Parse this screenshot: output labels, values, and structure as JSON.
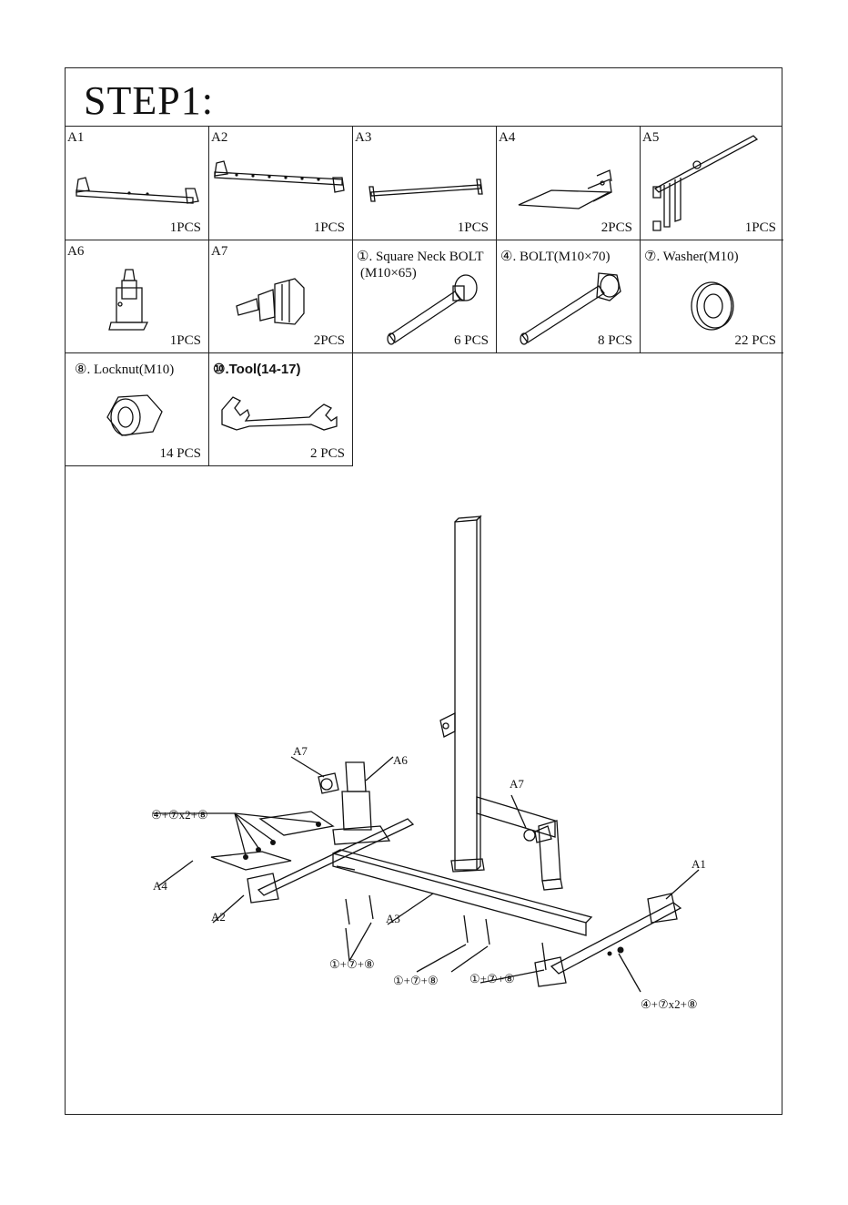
{
  "step_title": "STEP1:",
  "parts": [
    {
      "code": "A1",
      "qty": "1PCS"
    },
    {
      "code": "A2",
      "qty": "1PCS"
    },
    {
      "code": "A3",
      "qty": "1PCS"
    },
    {
      "code": "A4",
      "qty": "2PCS"
    },
    {
      "code": "A5",
      "qty": "1PCS"
    },
    {
      "code": "A6",
      "qty": "1PCS"
    },
    {
      "code": "A7",
      "qty": "2PCS"
    }
  ],
  "hardware": [
    {
      "label_line1": "①. Square Neck BOLT",
      "label_line2": "(M10×65)",
      "qty": "6 PCS"
    },
    {
      "label_line1": "④. BOLT(M10×70)",
      "qty": "8 PCS"
    },
    {
      "label_line1": "⑦. Washer(M10)",
      "qty": "22 PCS"
    },
    {
      "label_line1": "⑧. Locknut(M10)",
      "qty": "14 PCS"
    },
    {
      "label_line1": "⑩.Tool(14-17)",
      "qty": "2 PCS"
    }
  ],
  "callouts": {
    "a7_left": "A7",
    "a6": "A6",
    "a7_right": "A7",
    "a1": "A1",
    "a4": "A4",
    "a2": "A2",
    "a3": "A3",
    "fastener_left_top": "④+⑦x2+⑧",
    "fastener_right": "④+⑦x2+⑧",
    "bolt_left": "①+⑦+⑧",
    "bolt_mid": "①+⑦+⑧",
    "bolt_right": "①+⑦+⑧"
  }
}
